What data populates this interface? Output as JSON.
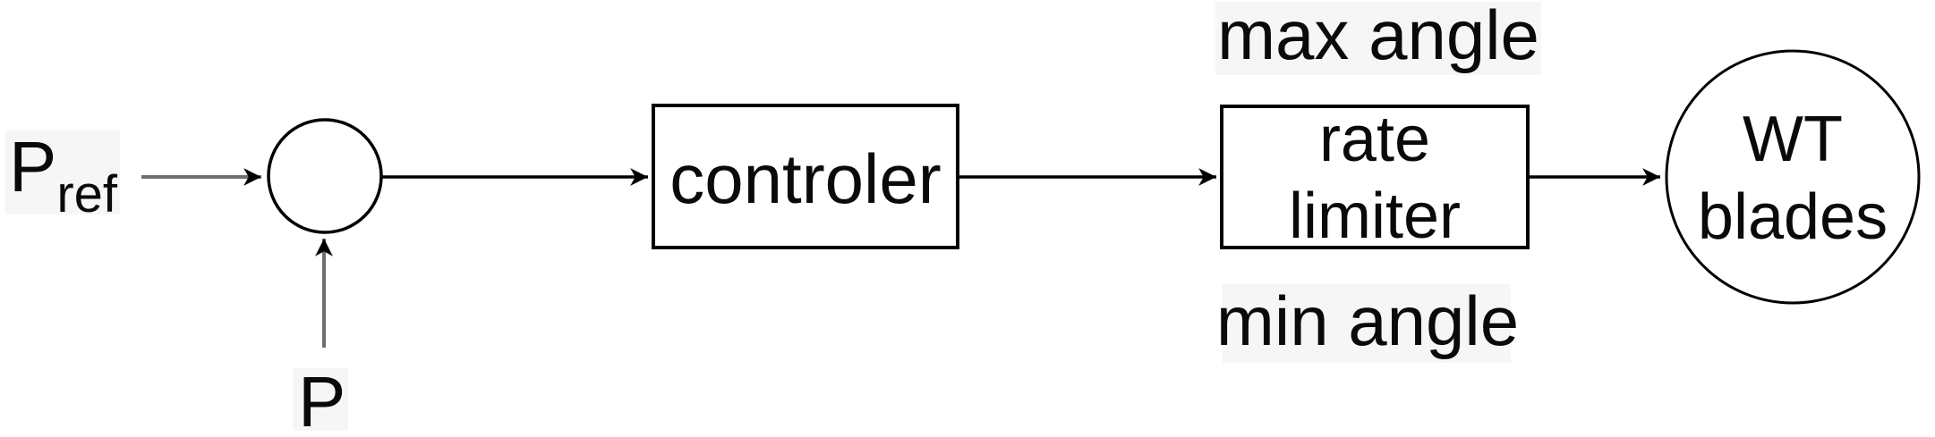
{
  "colors": {
    "background": "#ffffff",
    "stroke": "#000000",
    "input_line": "#6e6e6e",
    "label_background": "#f6f6f6"
  },
  "labels": {
    "p_ref": {
      "base": "P",
      "subscript": "ref"
    },
    "p_feedback": "P",
    "max_angle": "max angle",
    "min_angle": "min angle"
  },
  "blocks": {
    "controller": {
      "label": "controler"
    },
    "rate_limiter": {
      "line1": "rate",
      "line2": "limiter"
    },
    "wt_blades": {
      "line1": "WT",
      "line2": "blades"
    }
  }
}
